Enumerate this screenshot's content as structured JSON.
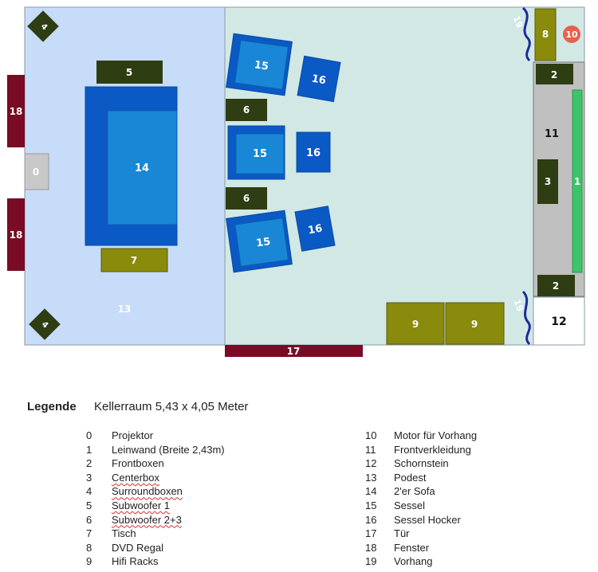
{
  "plan": {
    "labels": {
      "projector": "0",
      "frontbox_top": "2",
      "frontbox_bottom": "2",
      "centerbox": "3",
      "surround_tl": "4",
      "surround_bl": "4",
      "subwoofer1": "5",
      "subwoofer2": "6",
      "subwoofer3": "6",
      "table": "7",
      "dvd_shelf": "8",
      "hifi_rack_1": "9",
      "hifi_rack_2": "9",
      "motor": "10",
      "front_cover": "11",
      "chimney": "12",
      "podest": "13",
      "sofa": "14",
      "chair_1": "15",
      "chair_2": "15",
      "chair_3": "15",
      "ottoman_1": "16",
      "ottoman_2": "16",
      "ottoman_3": "16",
      "door": "17",
      "window_top": "18",
      "window_bottom": "18",
      "curtain_top": "19",
      "curtain_bottom": "19",
      "screen": "1"
    },
    "colors": {
      "podest_bg": "#c6dcf9",
      "room_bg": "#d1e8e5",
      "dark_green": "#2e3d12",
      "olive": "#8a8a0c",
      "blue": "#0a59c4",
      "blue_light": "#1177d8",
      "maroon": "#7a0b24",
      "gray": "#c0c0c0",
      "green_screen": "#3cc46a",
      "curtain": "#1d2a9a",
      "motor": "#e8604c"
    }
  },
  "legend": {
    "heading": "Legende",
    "subtitle": "Kellerraum 5,43 x 4,05 Meter",
    "left": [
      {
        "num": "0",
        "text": "Projektor",
        "squiggle": false
      },
      {
        "num": "1",
        "text": "Leinwand (Breite 2,43m)",
        "squiggle": false
      },
      {
        "num": "2",
        "text": "Frontboxen",
        "squiggle": false
      },
      {
        "num": "3",
        "text": "Centerbox",
        "squiggle": true
      },
      {
        "num": "4",
        "text": "Surroundboxen",
        "squiggle": true
      },
      {
        "num": "5",
        "text": "Subwoofer 1",
        "squiggle": true
      },
      {
        "num": "6",
        "text": "Subwoofer 2+3",
        "squiggle": true
      },
      {
        "num": "7",
        "text": "Tisch",
        "squiggle": false
      },
      {
        "num": "8",
        "text": "DVD Regal",
        "squiggle": false
      },
      {
        "num": "9",
        "text": "Hifi Racks",
        "squiggle": false
      }
    ],
    "right": [
      {
        "num": "10",
        "text": "Motor für Vorhang"
      },
      {
        "num": "11",
        "text": "Frontverkleidung"
      },
      {
        "num": "12",
        "text": "Schornstein"
      },
      {
        "num": "13",
        "text": "Podest"
      },
      {
        "num": "14",
        "text": "2'er Sofa"
      },
      {
        "num": "15",
        "text": "Sessel"
      },
      {
        "num": "16",
        "text": "Sessel Hocker"
      },
      {
        "num": "17",
        "text": "Tür"
      },
      {
        "num": "18",
        "text": "Fenster"
      },
      {
        "num": "19",
        "text": "Vorhang"
      }
    ]
  }
}
